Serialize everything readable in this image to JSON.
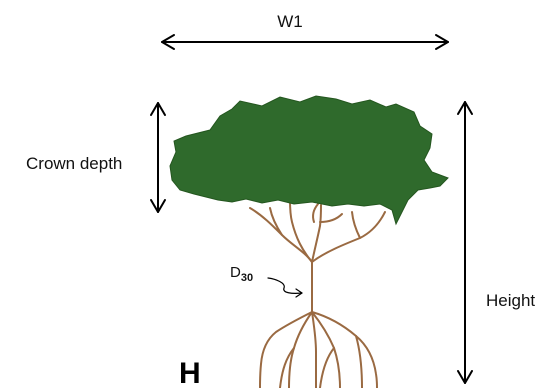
{
  "labels": {
    "width": "W1",
    "crown_depth": "Crown depth",
    "height": "Height",
    "diameter_main": "D",
    "diameter_sub": "30",
    "panel": "H"
  },
  "colors": {
    "crown": "#2f6a2c",
    "crown_outline": "#24561f",
    "trunk": "#9a6a42",
    "arrow": "#000000",
    "text": "#111111"
  }
}
